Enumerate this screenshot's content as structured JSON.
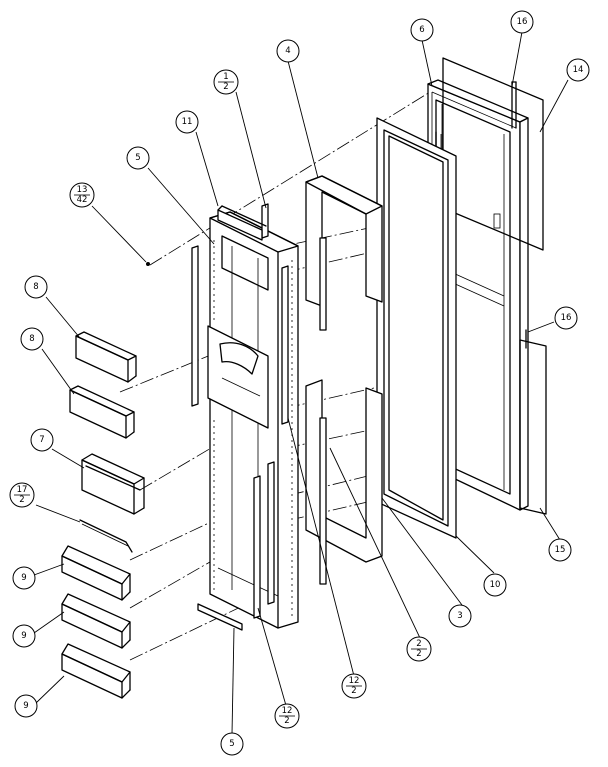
{
  "callouts": [
    {
      "id": "c4",
      "top": "4"
    },
    {
      "id": "c6",
      "top": "6"
    },
    {
      "id": "c16a",
      "top": "16"
    },
    {
      "id": "c14",
      "top": "14"
    },
    {
      "id": "c1_2",
      "top": "1",
      "bottom": "2"
    },
    {
      "id": "c11",
      "top": "11"
    },
    {
      "id": "c5a",
      "top": "5"
    },
    {
      "id": "c13_42",
      "top": "13",
      "bottom": "42"
    },
    {
      "id": "c8a",
      "top": "8"
    },
    {
      "id": "c8b",
      "top": "8"
    },
    {
      "id": "c16b",
      "top": "16"
    },
    {
      "id": "c7",
      "top": "7"
    },
    {
      "id": "c17_2",
      "top": "17",
      "bottom": "2"
    },
    {
      "id": "c15",
      "top": "15"
    },
    {
      "id": "c9a",
      "top": "9"
    },
    {
      "id": "c10",
      "top": "10"
    },
    {
      "id": "c9b",
      "top": "9"
    },
    {
      "id": "c3",
      "top": "3"
    },
    {
      "id": "c2_2",
      "top": "2",
      "bottom": "2"
    },
    {
      "id": "c12_2a",
      "top": "12",
      "bottom": "2"
    },
    {
      "id": "c9c",
      "top": "9"
    },
    {
      "id": "c12_2b",
      "top": "12",
      "bottom": "2"
    },
    {
      "id": "c5b",
      "top": "5"
    }
  ]
}
